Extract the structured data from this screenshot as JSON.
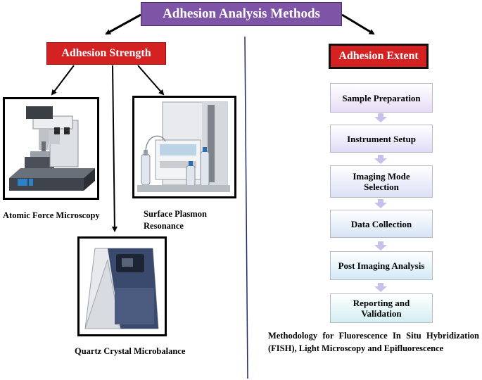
{
  "title": "Adhesion Analysis Methods",
  "strength": {
    "label": "Adhesion Strength",
    "methods": [
      {
        "caption": "Atomic Force Microscopy"
      },
      {
        "caption": "Surface Plasmon Resonance"
      },
      {
        "caption": "Quartz Crystal Microbalance"
      }
    ]
  },
  "extent": {
    "label": "Adhesion Extent",
    "steps": [
      {
        "label": "Sample Preparation",
        "color": "#e6dcf6"
      },
      {
        "label": "Instrument Setup",
        "color": "#e0dcf7"
      },
      {
        "label": "Imaging Mode Selection",
        "color": "#dbe0f6"
      },
      {
        "label": "Data Collection",
        "color": "#d6e4f5"
      },
      {
        "label": "Post Imaging Analysis",
        "color": "#d3eaf6"
      },
      {
        "label": "Reporting and Validation",
        "color": "#d2eef2"
      }
    ],
    "methodology": "Methodology for Fluorescence In Situ Hybridization (FISH), Light Microscopy and Epifluorescence"
  },
  "colors": {
    "title_bg": "#7e55a6",
    "label_bg": "#d42222",
    "divider": "#1f2a6b",
    "step_arrow": "#c7c0ea"
  }
}
